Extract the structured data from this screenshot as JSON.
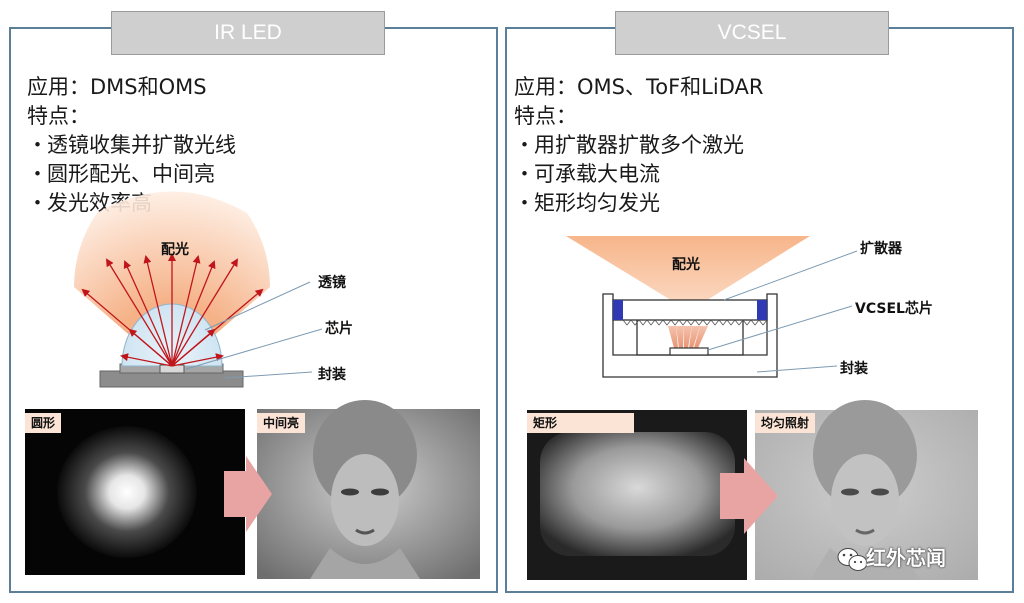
{
  "left": {
    "tab": "IR LED",
    "application": "应用：DMS和OMS",
    "features_title": "特点：",
    "bullet": "・",
    "features": [
      "透镜收集并扩散光线",
      "圆形配光、中间亮",
      "发光效率高"
    ],
    "diagram_labels": {
      "light": "配光",
      "lens": "透镜",
      "chip": "芯片",
      "package": "封装"
    },
    "photo_tags": [
      "圆形",
      "中间亮"
    ]
  },
  "right": {
    "tab": "VCSEL",
    "application": "应用：OMS、ToF和LiDAR",
    "features_title": "特点：",
    "bullet": "・",
    "features": [
      "用扩散器扩散多个激光",
      "可承载大电流",
      "矩形均匀发光"
    ],
    "diagram_labels": {
      "light": "配光",
      "diffuser": "扩散器",
      "chip": "VCSEL芯片",
      "package": "封装"
    },
    "photo_tags": [
      "矩形",
      "均匀照射"
    ]
  },
  "watermark": "红外芯闻",
  "colors": {
    "border": "#5b7f98",
    "tab_bg": "#cfcfcf",
    "arrow_red": "#c0161b",
    "light_orange": "#f7c9a6",
    "tag_bg": "#fbe4d5",
    "pink_arrow": "#e8a3a3"
  }
}
